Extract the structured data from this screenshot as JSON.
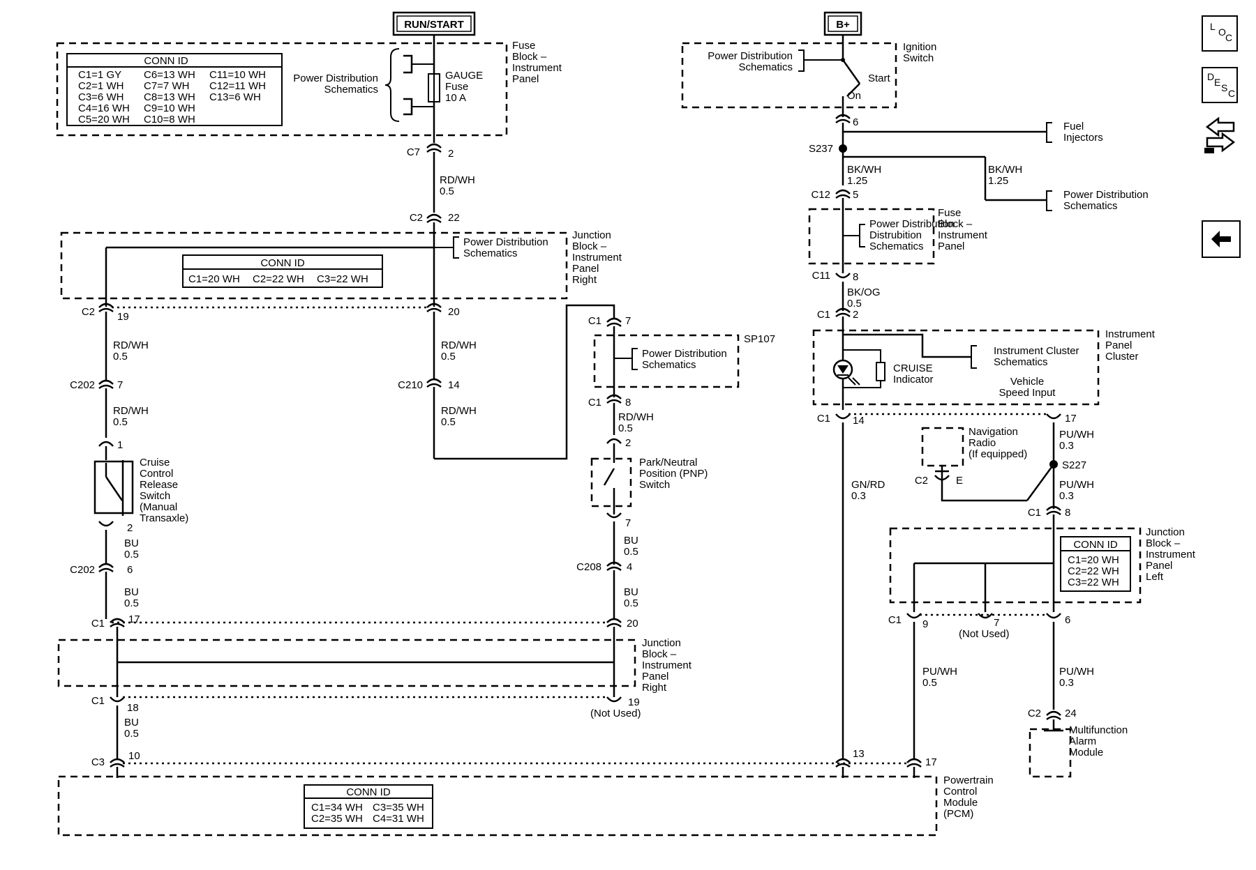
{
  "sources": {
    "run_start": "RUN/START",
    "bplus": "B+"
  },
  "common": {
    "pds": "Power Distribution",
    "schematics": "Schematics",
    "conn_id": "CONN ID",
    "not_used": "(Not Used)"
  },
  "fuse_block": {
    "label": [
      "Fuse",
      "Block –",
      "Instrument",
      "Panel"
    ],
    "fuse_label": [
      "GAUGE",
      "Fuse",
      "10 A"
    ],
    "conn_id": [
      "C1=1 GY",
      "C2=1 WH",
      "C3=6 WH",
      "C4=16 WH",
      "C5=20 WH",
      "C6=13 WH",
      "C7=7 WH",
      "C8=13 WH",
      "C9=10 WH",
      "C10=8 WH",
      "C11=10 WH",
      "C12=11 WH",
      "C13=6 WH"
    ]
  },
  "jb_right": {
    "label": [
      "Junction",
      "Block –",
      "Instrument",
      "Panel",
      "Right"
    ],
    "conn_id": [
      "C1=20 WH",
      "C2=22 WH",
      "C3=22 WH"
    ]
  },
  "jb_left": {
    "label": [
      "Junction",
      "Block –",
      "Instrument",
      "Panel",
      "Left"
    ],
    "conn_id": [
      "C1=20 WH",
      "C2=22 WH",
      "C3=22 WH"
    ]
  },
  "pcm": {
    "label": [
      "Powertrain",
      "Control",
      "Module",
      "(PCM)"
    ],
    "conn_id": [
      "C1=34 WH",
      "C2=35 WH",
      "C3=35 WH",
      "C4=31 WH"
    ]
  },
  "ignition": {
    "label": [
      "Ignition",
      "Switch"
    ],
    "start": "Start",
    "on": "On"
  },
  "fuel_injectors": [
    "Fuel",
    "Injectors"
  ],
  "ipc": {
    "label": [
      "Instrument",
      "Panel",
      "Cluster"
    ],
    "cruise": [
      "CRUISE",
      "Indicator"
    ],
    "ic_schem": [
      "Instrument Cluster",
      "Schematics"
    ],
    "vsi": [
      "Vehicle",
      "Speed Input"
    ]
  },
  "nav_radio": [
    "Navigation",
    "Radio",
    "(If equipped)"
  ],
  "mfam": [
    "Multifunction",
    "Alarm",
    "Module"
  ],
  "cruise_switch": [
    "Cruise",
    "Control",
    "Release",
    "Switch",
    "(Manual",
    "Transaxle)"
  ],
  "pnp_switch": [
    "Park/Neutral",
    "Position (PNP)",
    "Switch"
  ],
  "sp107": "SP107",
  "splices": {
    "s237": "S237",
    "s227": "S227"
  },
  "connectors": {
    "c7": "C7",
    "c2": "C2",
    "c202": "C202",
    "c210": "C210",
    "c1": "C1",
    "c208": "C208",
    "c3": "C3",
    "c12": "C12",
    "c11": "C11",
    "p2": "2",
    "p22": "22",
    "p19": "19",
    "p20": "20",
    "p7": "7",
    "p14": "14",
    "p1": "1",
    "p8": "8",
    "p6": "6",
    "p4": "4",
    "p17": "17",
    "p18": "18",
    "p10": "10",
    "p13": "13",
    "p5": "5",
    "p24": "24",
    "p9": "9",
    "pE": "E"
  },
  "wires": {
    "rdwh": "RD/WH",
    "bu": "BU",
    "bkwh": "BK/WH",
    "bkog": "BK/OG",
    "gnrd": "GN/RD",
    "puwh": "PU/WH",
    "g05": "0.5",
    "g125": "1.25",
    "g03": "0.3"
  },
  "nav_buttons": {
    "loc": [
      "L",
      "O",
      "C"
    ],
    "desc": [
      "D",
      "E",
      "S",
      "C"
    ]
  }
}
